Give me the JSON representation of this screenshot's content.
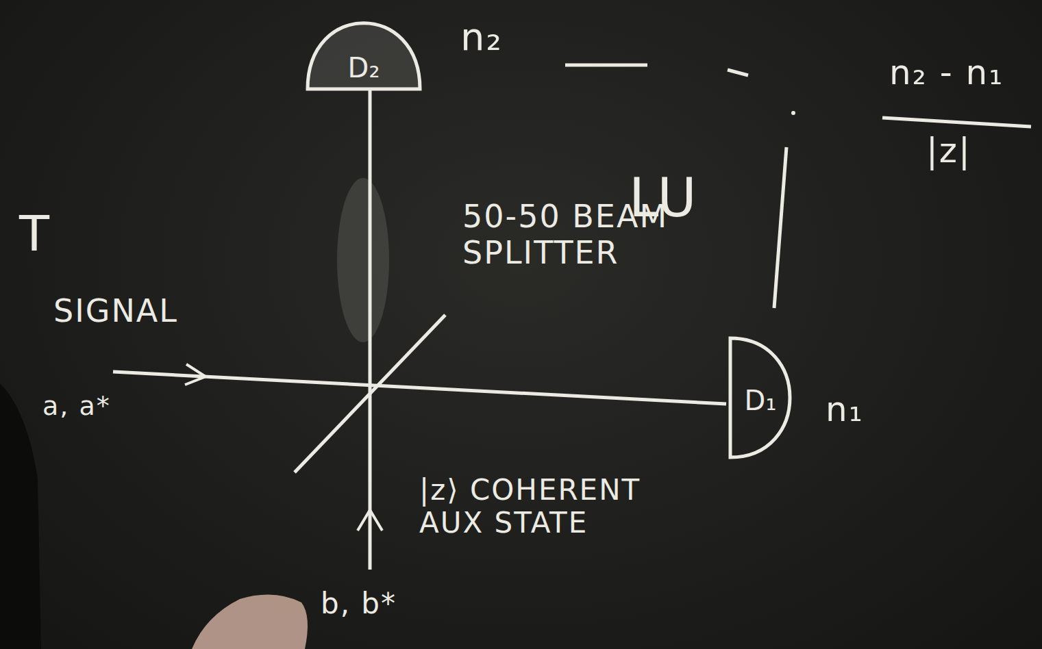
{
  "diagram": {
    "nodes": [
      {
        "text": [
          "D₂"
        ]
      },
      {
        "text": [
          "D₁"
        ]
      }
    ],
    "labels": [
      "n₂",
      "n₂ - n₁",
      "|z|",
      "T",
      "SIGNAL",
      "a, a*",
      "50-50 BEAM SPLITTER",
      "LU",
      "n₁",
      "|z⟩ COHERENT AUX STATE",
      "b, b*"
    ]
  }
}
